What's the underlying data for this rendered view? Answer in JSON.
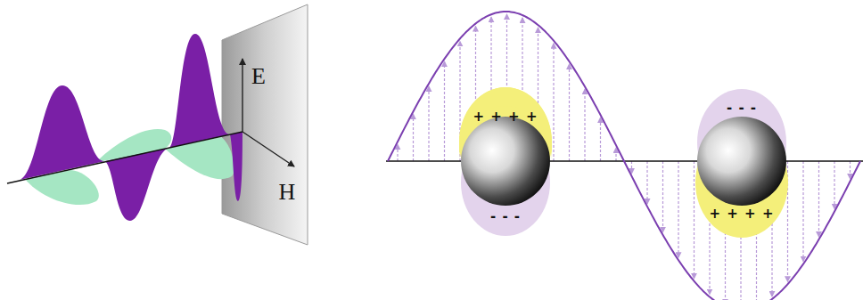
{
  "diagram": {
    "labels": [
      "E",
      "H",
      "+ + + +",
      "- - -",
      "- - -",
      "+ + + +"
    ]
  }
}
